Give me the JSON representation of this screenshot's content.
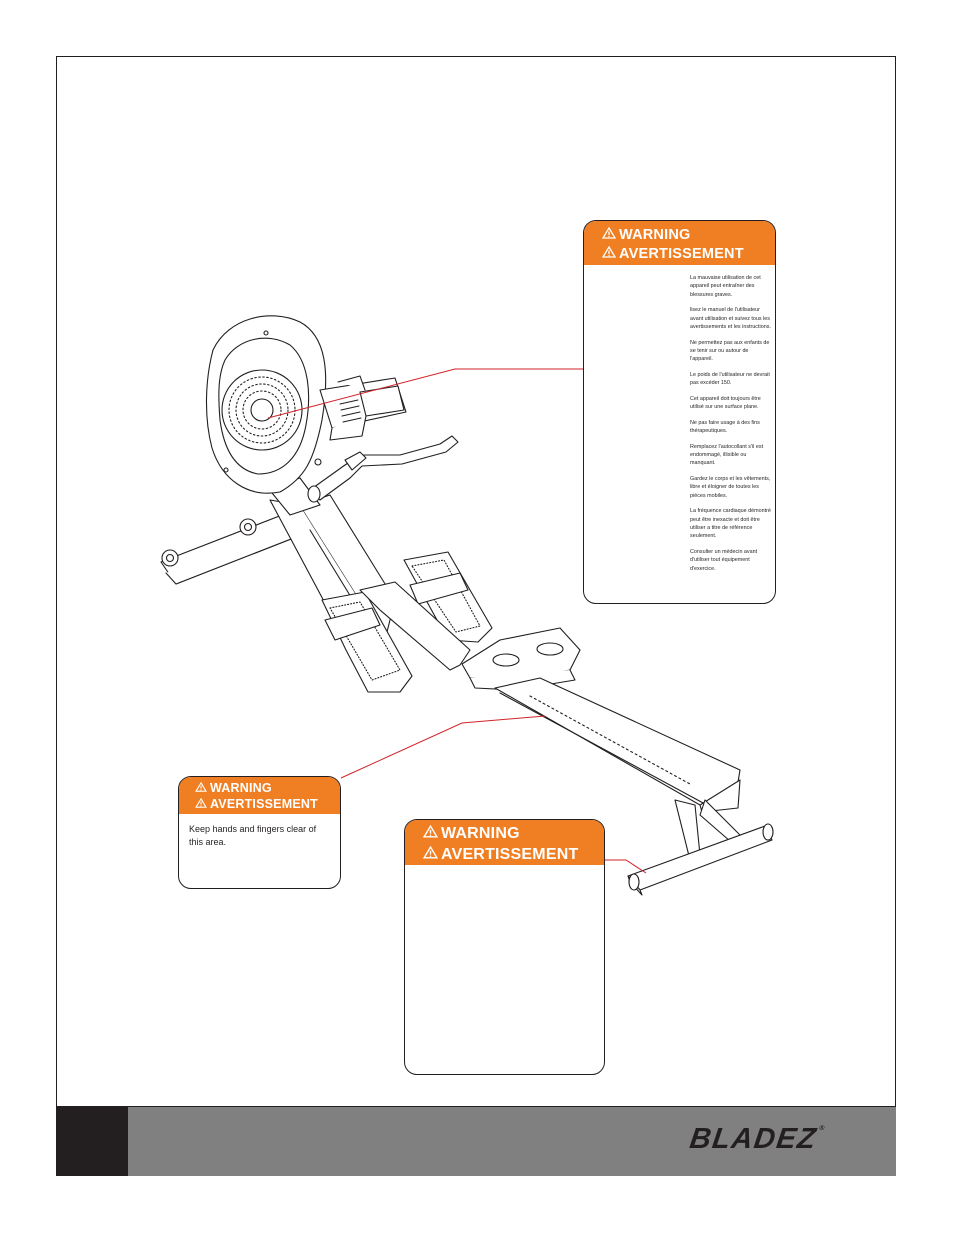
{
  "label_top": {
    "warning_text": "WARNING",
    "avertissement_text": "AVERTISSEMENT",
    "paragraphs": [
      "La mauvaise utilisation de cet appareil peut entraîner des blessures graves.",
      "lisez le manuel de l'utilisateur avant utilisation et suivez tous les avertissements et les instructions.",
      "Ne permettez pas aux enfants de se tenir sur ou autour de l'appareil.",
      "Le poids de l'utilisateur ne devrait pas excéder 150.",
      "Cet appareil doit toujours être utilisé sur une surface plane.",
      "Ne pas faire usage à des fins thérapeutiques.",
      "Remplacez l'autocollant s'il est endommagé, illisible ou manquant.",
      "Gardez le corps et les vêtements, libre et éloigner de toutes les pièces mobiles.",
      "La fréquence cardiaque démontré peut être inexacte et doit être utiliser a titre de référence seulement.",
      "Consulter un médecin avant d'utiliser tout équipement d'exercice."
    ]
  },
  "label_left": {
    "warning_text": "WARNING",
    "avertissement_text": "AVERTISSEMENT",
    "body": "Keep hands and fingers clear of this area."
  },
  "label_bottom": {
    "warning_text": "WARNING",
    "avertissement_text": "AVERTISSEMENT"
  },
  "footer": {
    "brand": "BLADEZ",
    "trademark": "®"
  },
  "colors": {
    "warning_orange": "#f07f23",
    "leader_line_red": "#d2232a",
    "footer_gray": "#808080",
    "ink": "#231f20"
  }
}
